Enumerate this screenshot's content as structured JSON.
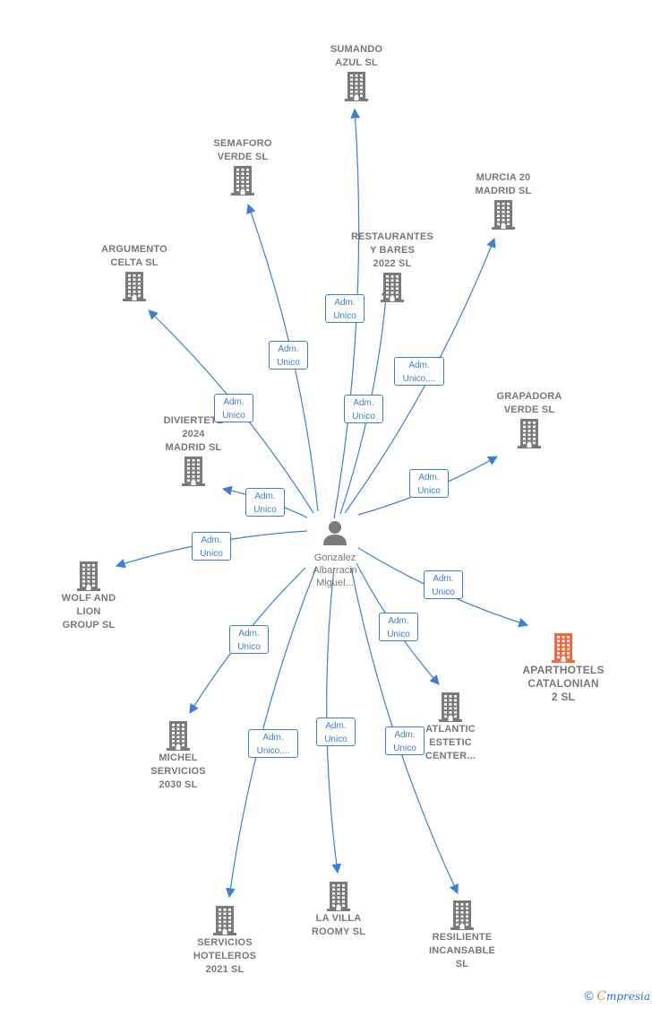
{
  "colors": {
    "edge": "#3a7fd5",
    "building": "#7a7a7a",
    "highlight": "#f26a3c",
    "label": "#777777"
  },
  "center": {
    "name": "Gonzalez\nAlbarracin\nMiguel...",
    "icon": "person-icon"
  },
  "companies": [
    {
      "id": "sumando",
      "name": "SUMANDO\nAZUL  SL",
      "icon": "building-icon"
    },
    {
      "id": "semaforo",
      "name": "SEMAFORO\nVERDE  SL",
      "icon": "building-icon"
    },
    {
      "id": "murcia",
      "name": "MURCIA 20\nMADRID  SL",
      "icon": "building-icon"
    },
    {
      "id": "restaurantes",
      "name": "RESTAURANTES\nY BARES\n2022  SL",
      "icon": "building-icon"
    },
    {
      "id": "argumento",
      "name": "ARGUMENTO\nCELTA  SL",
      "icon": "building-icon"
    },
    {
      "id": "grapadora",
      "name": "GRAPADORA\nVERDE  SL",
      "icon": "building-icon"
    },
    {
      "id": "divierte",
      "name": "DIVIERTETE\n2024\nMADRID  SL",
      "icon": "building-icon"
    },
    {
      "id": "wolf",
      "name": "WOLF AND\nLION\nGROUP  SL",
      "icon": "building-icon"
    },
    {
      "id": "aparthotels",
      "name": "APARTHOTELS\nCATALONIAN\n2  SL",
      "icon": "building-icon",
      "highlight": true
    },
    {
      "id": "atlantic",
      "name": "ATLANTIC\nESTETIC\nCENTER...",
      "icon": "building-icon"
    },
    {
      "id": "michel",
      "name": "MICHEL\nSERVICIOS\n2030  SL",
      "icon": "building-icon"
    },
    {
      "id": "villa",
      "name": "LA VILLA\nROOMY  SL",
      "icon": "building-icon"
    },
    {
      "id": "resiliente",
      "name": "RESILIENTE\nINCANSABLE\nSL",
      "icon": "building-icon"
    },
    {
      "id": "servicios",
      "name": "SERVICIOS\nHOTELEROS\n2021  SL",
      "icon": "building-icon"
    }
  ],
  "relations": [
    {
      "to": "sumando",
      "role": "Adm.\nUnico"
    },
    {
      "to": "semaforo",
      "role": "Adm.\nUnico"
    },
    {
      "to": "murcia",
      "role": "Adm.\nUnico,..."
    },
    {
      "to": "restaurantes",
      "role": "Adm.\nUnico"
    },
    {
      "to": "argumento",
      "role": "Adm.\nUnico"
    },
    {
      "to": "grapadora",
      "role": "Adm.\nUnico"
    },
    {
      "to": "divierte",
      "role": "Adm.\nUnico"
    },
    {
      "to": "wolf",
      "role": "Adm.\nUnico"
    },
    {
      "to": "aparthotels",
      "role": "Adm.\nUnico"
    },
    {
      "to": "atlantic",
      "role": "Adm.\nUnico"
    },
    {
      "to": "michel",
      "role": "Adm.\nUnico"
    },
    {
      "to": "villa",
      "role": "Adm.\nUnico"
    },
    {
      "to": "resiliente",
      "role": "Adm.\nUnico"
    },
    {
      "to": "servicios",
      "role": "Adm.\nUnico,..."
    }
  ],
  "brand": {
    "copyright": "©",
    "initial": "C",
    "rest": "mpresia"
  }
}
